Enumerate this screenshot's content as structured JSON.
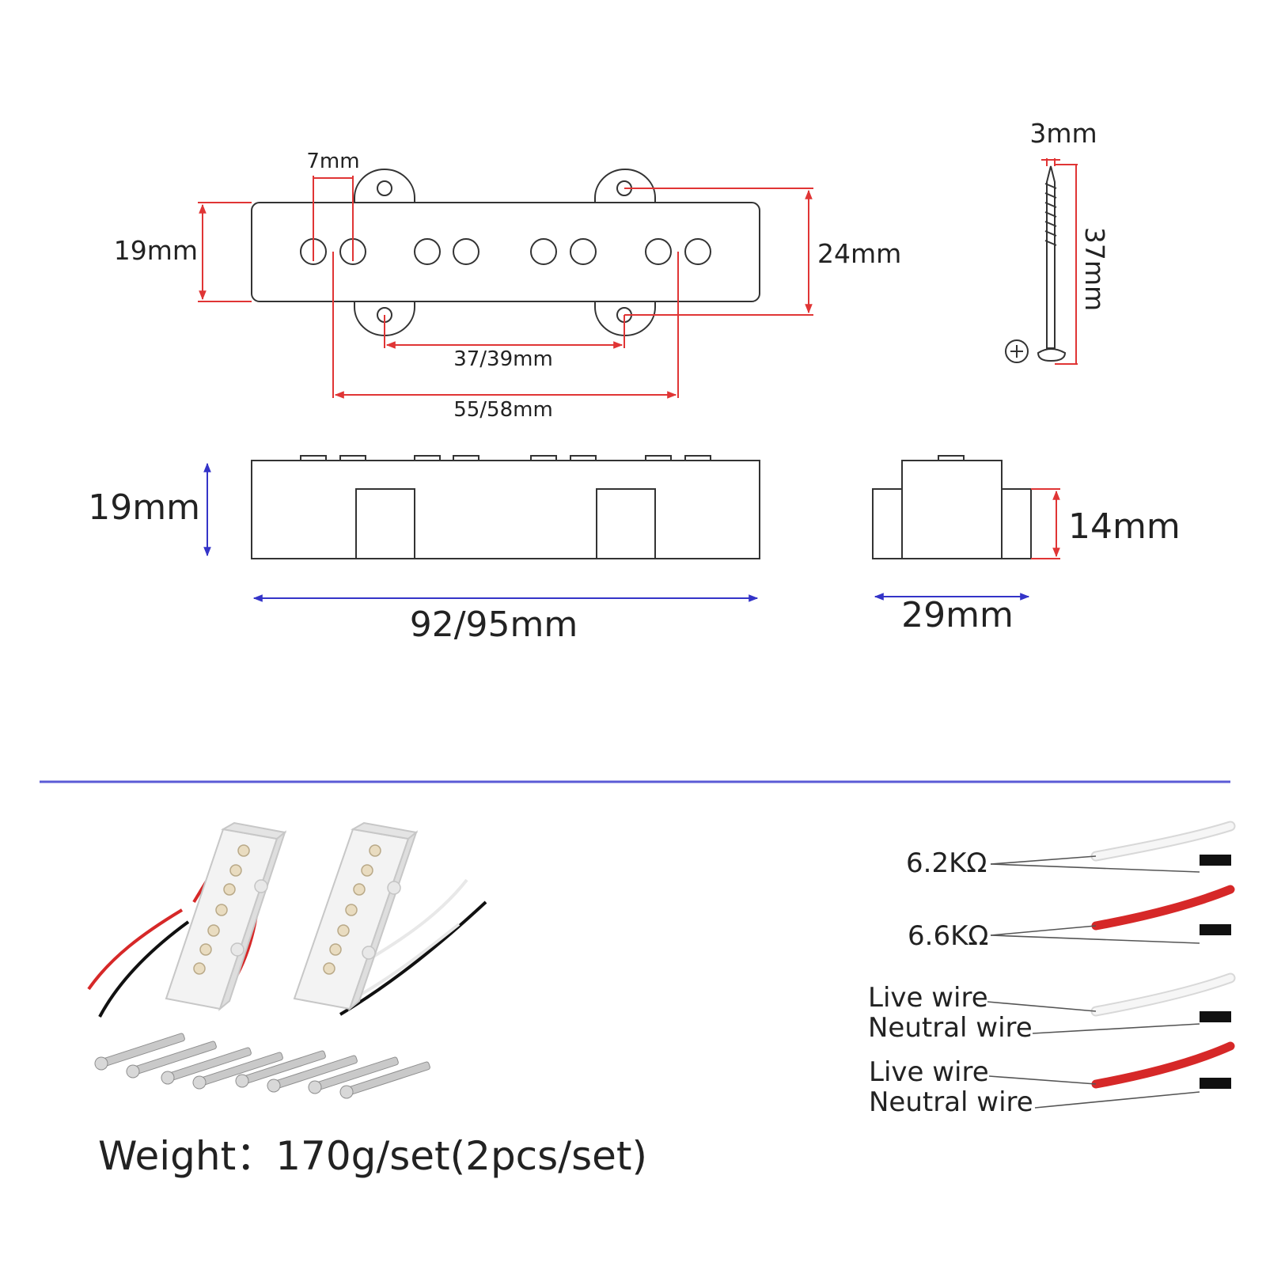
{
  "top_view": {
    "pole_spacing_label": "7mm",
    "height_label": "19mm",
    "ear_height_label": "24mm",
    "mount_spacing_label": "37/39mm",
    "outer_pole_label": "55/58mm"
  },
  "screw": {
    "diameter_label": "3mm",
    "length_label": "37mm"
  },
  "side_view": {
    "height_label": "19mm",
    "length_label": "92/95mm"
  },
  "end_view": {
    "height_label": "14mm",
    "width_label": "29mm"
  },
  "resistance": {
    "first_label": "6.2KΩ",
    "second_label": "6.6KΩ"
  },
  "wiring": {
    "live_1": "Live wire",
    "neutral_1": "Neutral wire",
    "live_2": "Live wire",
    "neutral_2": "Neutral wire"
  },
  "weight_text": "Weight：170g/set(2pcs/set)",
  "colors": {
    "dimension_red": "#e03535",
    "dimension_blue": "#3434c8",
    "divider": "#5b5bd6",
    "wire_red": "#d62828",
    "wire_white": "#f2f2f2",
    "wire_black": "#111111"
  }
}
